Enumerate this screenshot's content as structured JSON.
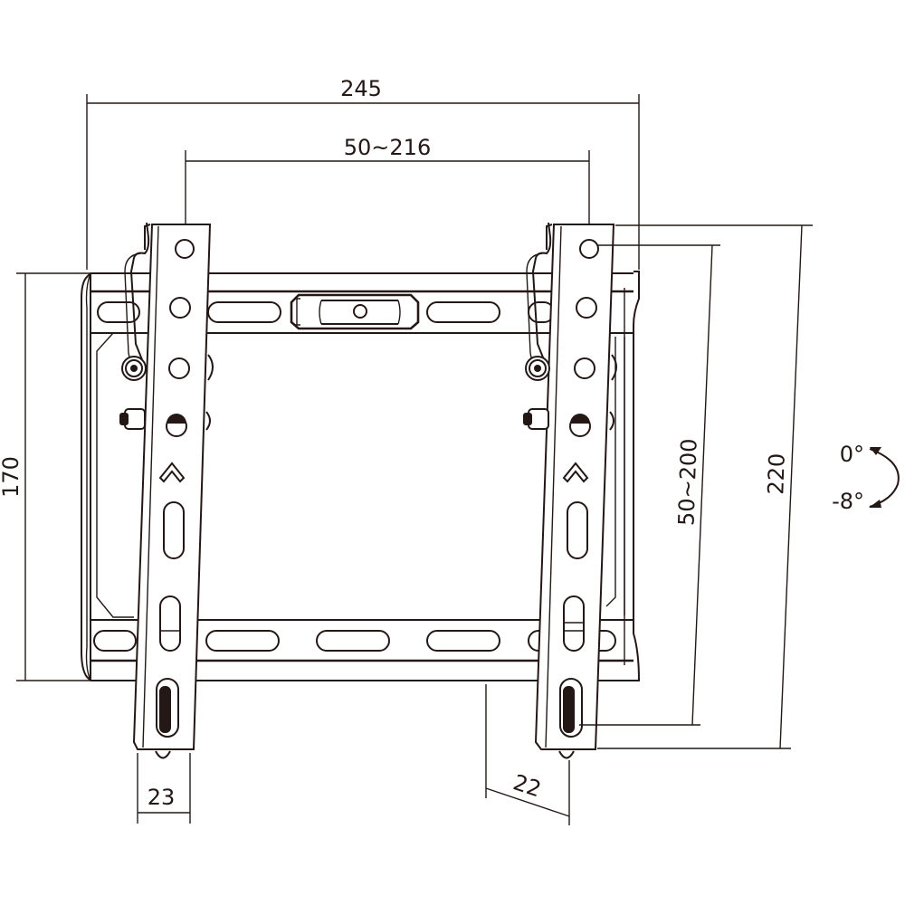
{
  "drawing": {
    "subject": "Tilting TV wall mount bracket (front view)",
    "colors": {
      "line": "#231815",
      "background": "#ffffff"
    }
  },
  "dimensions": {
    "overall_width": "245",
    "vesa_horizontal": "50~216",
    "wall_plate_height": "170",
    "vesa_vertical": "50~200",
    "overall_height": "220",
    "arm_width": "23",
    "wall_depth": "22"
  },
  "tilt": {
    "upper": "0°",
    "lower": "-8°"
  }
}
